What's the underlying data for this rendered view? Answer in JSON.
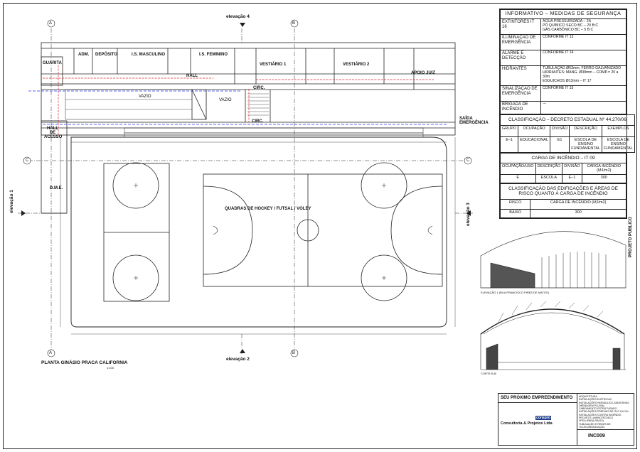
{
  "drawing": {
    "elevations": {
      "top": "elevação 4",
      "bottom": "elevação 2",
      "left": "elevação 1",
      "right": "elevação 3"
    },
    "section_marks": {
      "a": "A",
      "b": "B",
      "c": "C"
    },
    "rooms": {
      "adm": "ADM.",
      "deposito": "DEPÓSITO",
      "is_masc": "I.S. MASCULINO",
      "is_fem": "I.S. FEMININO",
      "hall": "HALL",
      "vestiario1": "VESTIÁRIO 1",
      "vestiario2": "VESTIÁRIO 2",
      "apoio_juiz": "APOIO JUIZ",
      "guarita": "GUARITA",
      "hall_acesso": "HALL DE ACESSO",
      "circ": "CIRC.",
      "circ2": "CIRC.",
      "vazio1": "VAZIO",
      "vazio2": "VAZIO",
      "saida": "SAÍDA EMERGÊNCIA",
      "dme": "D.M.E."
    },
    "court_label": "QUADRAS DE HOCKEY / FUTSAL / VOLEY",
    "plan_title": "PLANTA GINÁSIO PRACA CALIFORNIA",
    "plan_scale": "1:100",
    "elevation_caption": "ELEVAÇÃO 1 (RUA FRANCISCO PIRES DE MATOS)",
    "section_caption": "CORTE B-B"
  },
  "safety": {
    "title": "INFORMATIVO – MEDIDAS DE SEGURANÇA",
    "rows": [
      {
        "label": "EXTINTORES IT 16",
        "value": "ÁGUA PRESSURIZADA – 2A\nPÓ QUÍMICO SECO BC – 20 B:C\nGÁS CARBÔNICO BC – 5 B:C"
      },
      {
        "label": "ILUMINAÇÃO DE EMERGÊNCIA",
        "value": "CONFORME IT 13"
      },
      {
        "label": "ALARME E DETECÇÃO",
        "value": "CONFORME IT 14"
      },
      {
        "label": "HIDRANTES",
        "value": "TUBULAÇÃO Ø63mm, FERRO GALVANIZADO\nHIDRANTES: MANG. Ø38mm – COMP.= 20 a 30m\nESGUICHOS Ø13mm – IT 17"
      },
      {
        "label": "SINALIZAÇÃO DE EMERGÊNCIA",
        "value": "CONFORME IT 15"
      },
      {
        "label": "BRIGADA DE INCÊNDIO",
        "value": "---"
      }
    ],
    "classification_title": "CLASSIFICAÇÃO – DECRETO ESTADUAL Nº 44.270/06",
    "class_headers": [
      "GRUPO",
      "OCUPAÇÃO",
      "DIVISÃO",
      "DESCRIÇÃO",
      "EXEMPLOS"
    ],
    "class_row": [
      "E–1",
      "EDUCACIONAL",
      "E1",
      "ESCOLA DE ENSINO FUNDAMENTAL",
      "ESCOLA DE ENSINO FUNDAMENTAL"
    ],
    "carga_title": "CARGA DE INCÊNDIO – IT 09",
    "carga_headers": [
      "OCUPAÇÃO/USO",
      "DESCRIÇÃO",
      "DIVISÃO",
      "CARGA INCÊNDIO (MJ/m2)"
    ],
    "carga_row": [
      "E",
      "ESCOLA",
      "E–1",
      "300"
    ],
    "risk_title": "CLASSIFICAÇÃO DAS EDIFICAÇÕES E ÁREAS DE RISCO QUANTO À CARGA DE INCÊNDIO",
    "risk_headers": [
      "RISCO",
      "CARGA DE INCÊNDIO (MJ/m2)"
    ],
    "risk_row": [
      "BAIXO",
      "300"
    ]
  },
  "title_block": {
    "slogan": "SEU PRÓXIMO EMPREENDIMENTO",
    "company": "Consultoria & Projetos Ltda",
    "logo": "conspro",
    "sheet": "INC009",
    "project_label": "PROJETO PÚBLICO",
    "disciplines": [
      "ARQUITETURA",
      "INSTALAÇÕES ELÉTRICAS",
      "INSTALAÇÕES HIDRÁULICO-SANITÁRIAS",
      "DRENAGEM PLUVIAL",
      "CABEAMENTO ESTRUTURADO",
      "INSTALAÇÕES PREDIAIS DE GLP OU GN",
      "INSTALAÇÕES CONTRA INCÊNDIO",
      "PROJETO LUMINOTÉCNICO",
      "SPDA (PARA-RAIOS)",
      "TUBULAÇÃO E REDES DE TELECOMUNICAÇÃO"
    ]
  },
  "colors": {
    "line": "#222222",
    "red": "#e0242a",
    "blue": "#2233dd",
    "logo": "#1f3f8c"
  }
}
